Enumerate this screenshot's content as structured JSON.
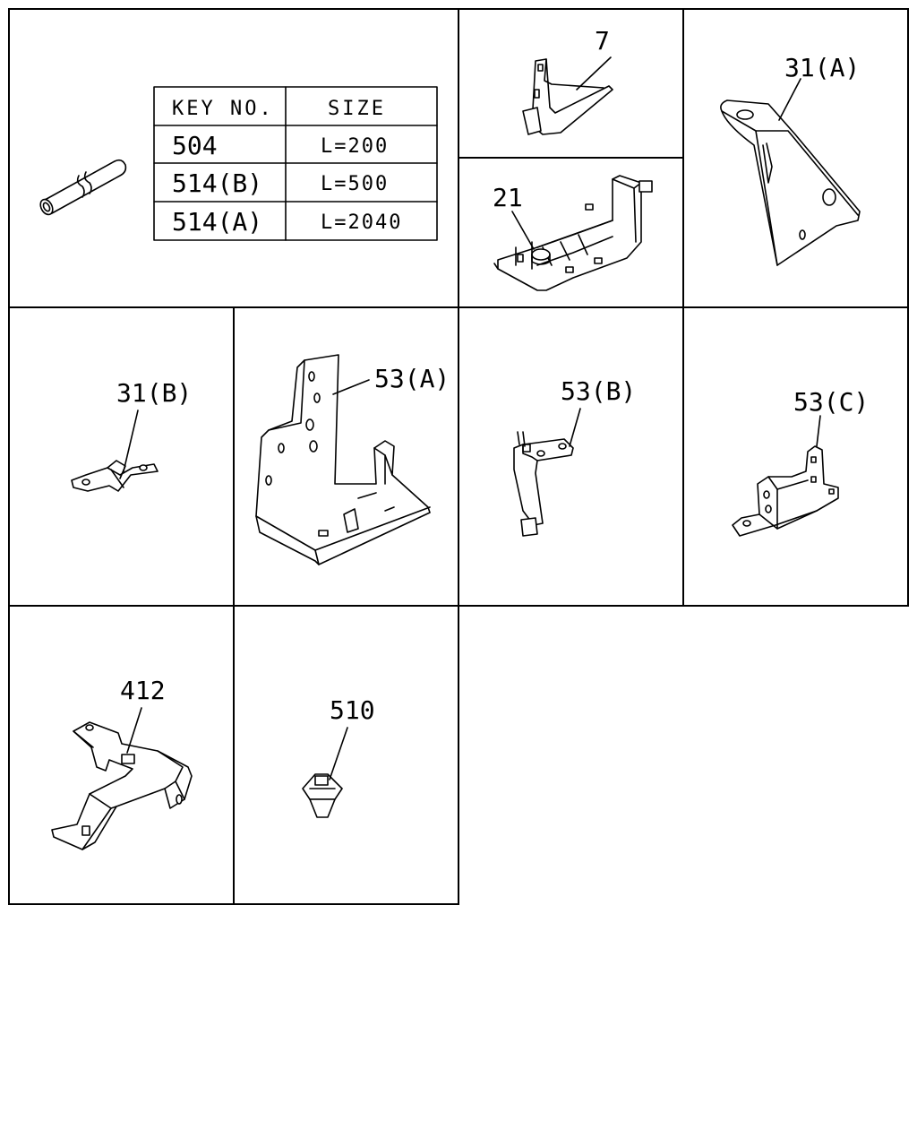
{
  "table": {
    "headers": {
      "key": "KEY NO.",
      "size": "SIZE"
    },
    "rows": [
      {
        "key": "504",
        "size": "L=200"
      },
      {
        "key": "514(B)",
        "size": "L=500"
      },
      {
        "key": "514(A)",
        "size": "L=2040"
      }
    ]
  },
  "parts": {
    "p7": "7",
    "p21": "21",
    "p31a": "31(A)",
    "p31b": "31(B)",
    "p53a": "53(A)",
    "p53b": "53(B)",
    "p53c": "53(C)",
    "p412": "412",
    "p510": "510"
  }
}
